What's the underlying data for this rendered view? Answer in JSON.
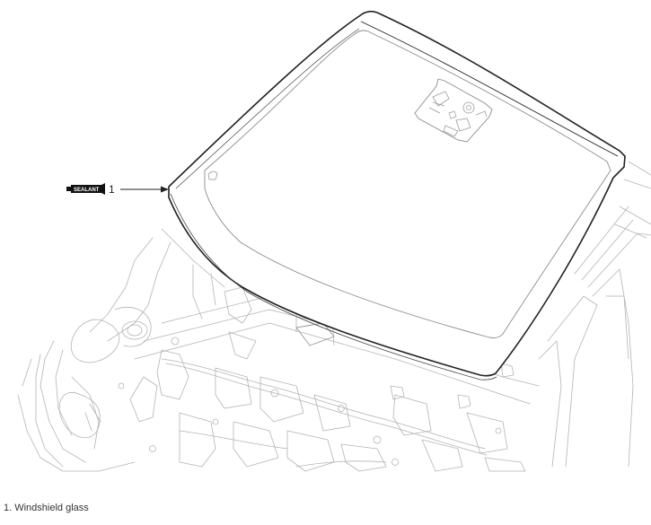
{
  "callout": {
    "number": "1",
    "sealant_label": "SEALANT"
  },
  "legend": {
    "items": [
      {
        "text": "1. Windshield glass"
      }
    ]
  },
  "colors": {
    "glass_outline": "#222222",
    "inner_outline": "#8c8c8c",
    "body_lines": "#b4b4b4"
  }
}
